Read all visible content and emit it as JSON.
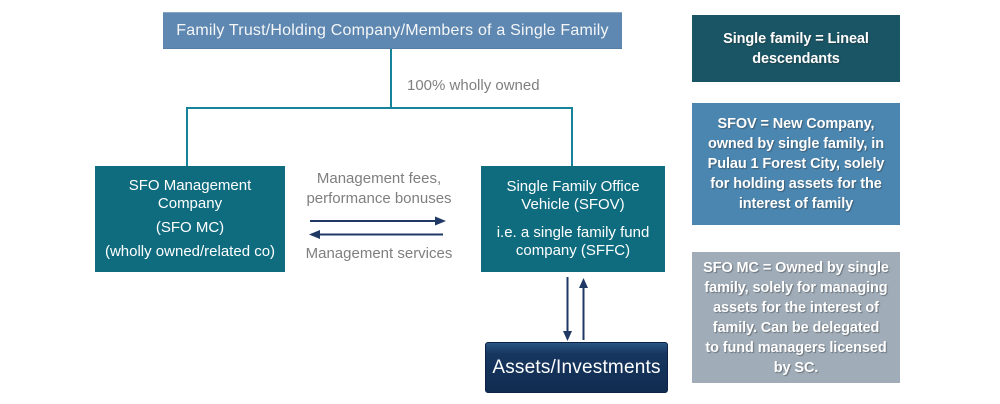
{
  "diagram": {
    "top_box": {
      "label": "Family Trust/Holding Company/Members of a Single Family"
    },
    "ownership_label": "100% wholly owned",
    "sfo_mc_box": {
      "line1": "SFO Management\nCompany",
      "line2": "(SFO MC)",
      "line3": "(wholly owned/related co)"
    },
    "sfov_box": {
      "line1": "Single Family Office\nVehicle (SFOV)",
      "line2": "i.e. a single family fund\ncompany (SFFC)"
    },
    "flows": {
      "fees_label": "Management fees,\nperformance bonuses",
      "services_label": "Management services"
    },
    "assets_box": {
      "label": "Assets/Investments"
    }
  },
  "notes": [
    {
      "text": "Single family = Lineal\ndescendants",
      "bg": "#195565"
    },
    {
      "text": "SFOV = New Company,\nowned by single family, in\nPulau 1 Forest City, solely\nfor holding assets for the\ninterest of family",
      "bg": "#4B86B0"
    },
    {
      "text": "SFO MC = Owned by single\nfamily, solely for managing\nassets for the interest of\nfamily. Can be delegated\nto fund managers licensed\nby SC.",
      "bg": "#A0ADB9"
    }
  ],
  "colors": {
    "top_box_bg": "#5E88B1",
    "entity_box_bg": "#0F6C7F",
    "assets_box_bg": "#132E54",
    "connector_line": "#17839B",
    "arrow": "#1F3864",
    "gray_label_text": "#7F7F7F",
    "note1_bg": "#195565",
    "note2_bg": "#4B86B0",
    "note3_bg": "#A0ADB9"
  }
}
